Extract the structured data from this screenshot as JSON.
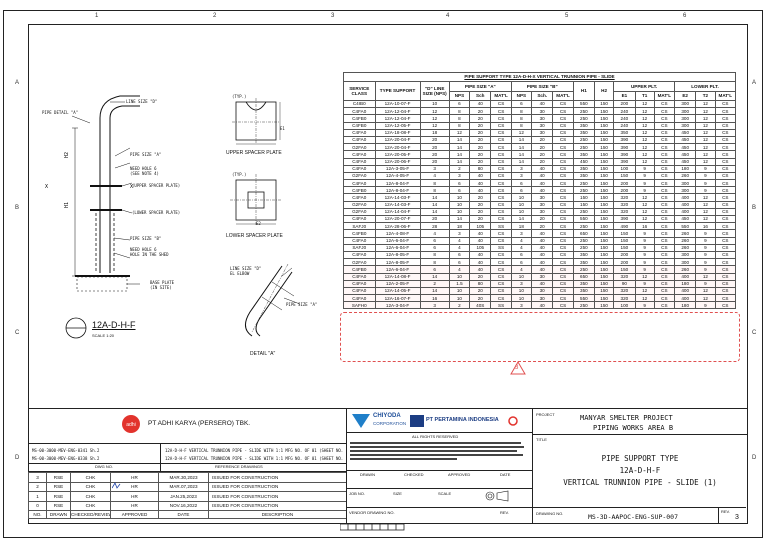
{
  "zones_top": [
    "1",
    "2",
    "3",
    "4",
    "5",
    "6"
  ],
  "zones_side": [
    "A",
    "B",
    "C",
    "D"
  ],
  "drawing": {
    "labels": {
      "pipe_detail": "PIPE DETAIL \"A\"",
      "line_size_top": "LINE SIZE \"D\"",
      "pipe_size_a": "PIPE SIZE \"A\"",
      "need_hole": "NEED HOLE 6\n(SEE NOTE 4)",
      "upper_spacer": "(UPPER SPACER PLATE)",
      "lower_spacer": "(LOWER SPACER PLATE)",
      "pipe_size_b": "PIPE SIZE \"B\"",
      "need_hole_b": "NEED HOLE 6\nHOLE IN THE SHED",
      "base_plate": "BASE PLATE\n(IN SITE)",
      "fig_title": "12A-D-H-F",
      "fig_scale": "SCALE 1:20",
      "upper_plate_title": "UPPER SPACER PLATE",
      "lower_plate_title": "LOWER SPACER PLATE",
      "detail_a": "DETAIL \"A\"",
      "line_size_d_el": "LINE SIZE \"D\"\nEL ELBOW",
      "pipe_size_a2": "PIPE SIZE \"A\"",
      "typ": "(TYP.)",
      "e1": "E1",
      "e2": "E2",
      "d": "D"
    }
  },
  "table": {
    "title": "PIPE SUPPORT TYPE 12A-D-H-X VERTICAL TRUNNION PIPE - SLIDE",
    "h_service": "SERVICE CLASS",
    "h_type": "TYPE SUPPORT",
    "h_line": "\"D\" LINE SIZE (NPS)",
    "h_pipe_a": "PIPE SIZE \"A\"",
    "h_pipe_b": "PIPE SIZE \"B\"",
    "h_h1": "H1",
    "h_h2": "H2",
    "h_upper": "UPPER PLT.",
    "h_lower": "LOWER PLT.",
    "sub": [
      "NPS",
      "Sch",
      "MAT'L",
      "NPS",
      "Sch.",
      "MAT'L",
      "E1",
      "T1",
      "MAT'L",
      "E2",
      "T2",
      "MAT'L"
    ],
    "rows": [
      [
        "C4IB0",
        "12A-10-07-F",
        "10",
        "6",
        "40",
        "CS",
        "6",
        "40",
        "CS",
        "550",
        "150",
        "200",
        "12",
        "CS",
        "300",
        "12",
        "CS"
      ],
      [
        "C4FA0",
        "12A-12-04-F",
        "12",
        "8",
        "20",
        "CS",
        "8",
        "30",
        "CS",
        "250",
        "150",
        "240",
        "12",
        "CS",
        "300",
        "12",
        "CS"
      ],
      [
        "C4FB0",
        "12A-12-04-F",
        "12",
        "8",
        "20",
        "CS",
        "8",
        "30",
        "CS",
        "250",
        "150",
        "240",
        "12",
        "CS",
        "300",
        "12",
        "CS"
      ],
      [
        "C4FB0",
        "12A-12-05-F",
        "12",
        "8",
        "20",
        "CS",
        "8",
        "30",
        "CS",
        "350",
        "150",
        "240",
        "12",
        "CS",
        "300",
        "12",
        "CS"
      ],
      [
        "C4FA0",
        "12A-18-08-F",
        "18",
        "12",
        "20",
        "CS",
        "12",
        "30",
        "CS",
        "350",
        "150",
        "350",
        "12",
        "CS",
        "450",
        "12",
        "CS"
      ],
      [
        "C4FA0",
        "12A-20-04-F",
        "20",
        "14",
        "20",
        "CS",
        "14",
        "20",
        "CS",
        "250",
        "150",
        "390",
        "12",
        "CS",
        "450",
        "12",
        "CS"
      ],
      [
        "G2FA0",
        "12A-20-04-F",
        "20",
        "14",
        "20",
        "CS",
        "14",
        "20",
        "CS",
        "250",
        "150",
        "390",
        "12",
        "CS",
        "450",
        "12",
        "CS"
      ],
      [
        "C4FA0",
        "12A-20-05-F",
        "20",
        "14",
        "20",
        "CS",
        "14",
        "20",
        "CS",
        "350",
        "150",
        "390",
        "12",
        "CS",
        "450",
        "12",
        "CS"
      ],
      [
        "C4FA0",
        "12A-20-06-F",
        "20",
        "14",
        "20",
        "CS",
        "14",
        "20",
        "CS",
        "450",
        "150",
        "390",
        "12",
        "CS",
        "450",
        "12",
        "CS"
      ],
      [
        "C4FA0",
        "12A-3-05-F",
        "3",
        "2",
        "80",
        "CS",
        "3",
        "40",
        "CS",
        "350",
        "150",
        "100",
        "9",
        "CS",
        "180",
        "9",
        "CS"
      ],
      [
        "G2FA0",
        "12A-4-05-F",
        "4",
        "3",
        "40",
        "CS",
        "3",
        "40",
        "CS",
        "350",
        "150",
        "150",
        "9",
        "CS",
        "260",
        "9",
        "CS"
      ],
      [
        "C4FA0",
        "12A-8-04-F",
        "8",
        "6",
        "40",
        "CS",
        "6",
        "40",
        "CS",
        "250",
        "150",
        "200",
        "9",
        "CS",
        "300",
        "9",
        "CS"
      ],
      [
        "C4FB0",
        "12A-8-04-F",
        "8",
        "6",
        "40",
        "CS",
        "6",
        "40",
        "CS",
        "250",
        "150",
        "200",
        "9",
        "CS",
        "300",
        "9",
        "CS"
      ],
      [
        "C4FA0",
        "12A-14-03-F",
        "14",
        "10",
        "20",
        "CS",
        "10",
        "30",
        "CS",
        "150",
        "150",
        "320",
        "12",
        "CS",
        "400",
        "12",
        "CS"
      ],
      [
        "G2FA0",
        "12A-14-03-F",
        "14",
        "10",
        "20",
        "CS",
        "10",
        "30",
        "CS",
        "150",
        "150",
        "320",
        "12",
        "CS",
        "400",
        "12",
        "CS"
      ],
      [
        "G2FA0",
        "12A-14-04-F",
        "14",
        "10",
        "20",
        "CS",
        "10",
        "30",
        "CS",
        "250",
        "150",
        "320",
        "12",
        "CS",
        "400",
        "12",
        "CS"
      ],
      [
        "C4FA0",
        "12A-20-07-F",
        "20",
        "14",
        "20",
        "CS",
        "14",
        "20",
        "CS",
        "550",
        "150",
        "390",
        "12",
        "CS",
        "450",
        "12",
        "CS"
      ],
      [
        "SAFJ0",
        "12A-28-06-F",
        "28",
        "18",
        "105",
        "SS",
        "18",
        "20",
        "CS",
        "250",
        "150",
        "490",
        "16",
        "CS",
        "550",
        "16",
        "CS"
      ],
      [
        "C4FB0",
        "12A-4-08-F",
        "4",
        "3",
        "40",
        "CS",
        "3",
        "40",
        "CS",
        "650",
        "150",
        "150",
        "9",
        "CS",
        "260",
        "9",
        "CS"
      ],
      [
        "C4FA0",
        "12A-6-04-F",
        "6",
        "4",
        "40",
        "CS",
        "4",
        "40",
        "CS",
        "250",
        "150",
        "150",
        "9",
        "CS",
        "260",
        "9",
        "CS"
      ],
      [
        "SAFJ0",
        "12A-6-04-F",
        "6",
        "4",
        "105",
        "SS",
        "4",
        "40",
        "CS",
        "250",
        "150",
        "150",
        "9",
        "CS",
        "260",
        "9",
        "CS"
      ],
      [
        "C4FA0",
        "12A-8-05-F",
        "8",
        "6",
        "40",
        "CS",
        "6",
        "40",
        "CS",
        "350",
        "150",
        "200",
        "9",
        "CS",
        "300",
        "9",
        "CS"
      ],
      [
        "G2FA0",
        "12A-8-05-F",
        "8",
        "6",
        "40",
        "CS",
        "6",
        "40",
        "CS",
        "350",
        "150",
        "200",
        "9",
        "CS",
        "300",
        "9",
        "CS"
      ],
      [
        "C4FB0",
        "12A-6-04-F",
        "6",
        "4",
        "40",
        "CS",
        "4",
        "40",
        "CS",
        "250",
        "150",
        "150",
        "9",
        "CS",
        "260",
        "9",
        "CS"
      ],
      [
        "C4FA0",
        "12A-14-08-F",
        "14",
        "10",
        "20",
        "CS",
        "10",
        "30",
        "CS",
        "650",
        "150",
        "320",
        "12",
        "CS",
        "400",
        "12",
        "CS"
      ],
      [
        "C4FA0",
        "12A-2-05-F",
        "2",
        "1.5",
        "80",
        "CS",
        "3",
        "40",
        "CS",
        "350",
        "150",
        "90",
        "9",
        "CS",
        "180",
        "9",
        "CS"
      ],
      [
        "C4FA0",
        "12A-14-05-F",
        "14",
        "10",
        "20",
        "CS",
        "10",
        "30",
        "CS",
        "350",
        "150",
        "320",
        "12",
        "CS",
        "400",
        "12",
        "CS"
      ],
      [
        "C4FA0",
        "12A-16-07-F",
        "16",
        "10",
        "20",
        "CS",
        "10",
        "30",
        "CS",
        "550",
        "150",
        "320",
        "12",
        "CS",
        "400",
        "12",
        "CS"
      ],
      [
        "SAFH0",
        "12A-3-04-F",
        "3",
        "2",
        "40S",
        "SS",
        "3",
        "40",
        "CS",
        "250",
        "150",
        "100",
        "9",
        "CS",
        "180",
        "9",
        "CS"
      ]
    ],
    "highlight_start": 23,
    "rev_mark": "3"
  },
  "titleblock": {
    "company": "PT ADHI KARYA (PERSERO) TBK.",
    "logo1": "CHIYODA",
    "logo1_sub": "CORPORATION",
    "logo2": "PT PERTAMINA INDONESIA",
    "project_label": "PROJECT",
    "project_1": "MANYAR SMELTER PROJECT",
    "project_2": "PIPING WORKS AREA B",
    "title_label": "TITLE",
    "title_1": "PIPE SUPPORT TYPE",
    "title_2": "12A-D-H-F",
    "title_3": "VERTICAL TRUNNION PIPE - SLIDE (1)",
    "rights": "ALL RIGHTS RESERVED",
    "drawn": "DRAWN",
    "checked": "CHECKED",
    "approved": "APPROVED",
    "date": "DATE",
    "job_no": "JOB NO.",
    "size": "SIZE",
    "scale": "SCALE",
    "vendor": "VENDOR DRAWING NO.",
    "rev_h": "REV.",
    "drawing_no_label": "DRAWING NO.",
    "drawing_no": "MS-3D-AAPOC-ENG-SUP-007",
    "rev_label": "REV.",
    "rev_value": "3",
    "ref_title": "REFERENCE DRAWINGS",
    "dwg_no": "DWG NO.",
    "ref_rows": [
      [
        "MS-00-3000-MEV-ENG-0341 Sh.2",
        "12A-D-H-F VERTICAL TRUNNION PIPE - SLIDE WITH 1:1 MFG NO. OF 01 (SHEET NO. 0001)"
      ],
      [
        "MS-00-3000-MEV-ENG-0338 Sh.2",
        "12A-D-H-F VERTICAL TRUNNION PIPE - SLIDE WITH 1:1 MFG NO. OF 01 (SHEET NO. 0002)"
      ]
    ],
    "rev_rows": [
      [
        "3",
        "RSE",
        "CHK",
        "HR",
        "MAR.30,2023",
        "ISSUED FOR CONSTRUCTION"
      ],
      [
        "2",
        "RSE",
        "CHK",
        "HR",
        "MAR.07,2023",
        "ISSUED FOR CONSTRUCTION"
      ],
      [
        "1",
        "RSE",
        "CHK",
        "HR",
        "JAN.25,2023",
        "ISSUED FOR CONSTRUCTION"
      ],
      [
        "0",
        "RSE",
        "CHK",
        "HR",
        "NOV.16,2022",
        "ISSUED FOR CONSTRUCTION"
      ]
    ],
    "rev_headers": [
      "NO.",
      "DRAWN",
      "CHECKED/REVIEW",
      "APPROVED",
      "DATE",
      "DESCRIPTION"
    ]
  }
}
